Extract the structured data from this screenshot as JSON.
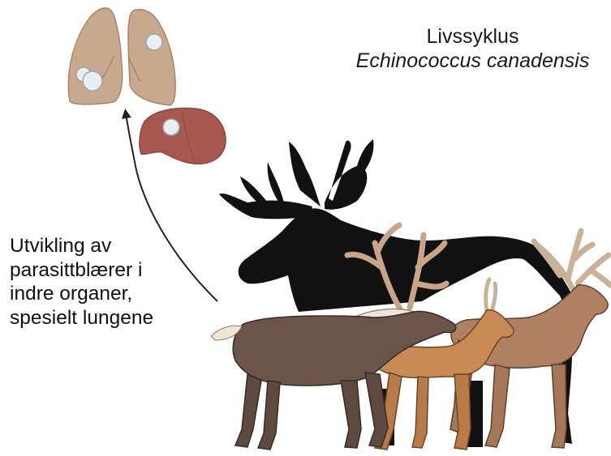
{
  "title": {
    "line1": "Livssyklus",
    "line2": "Echinococcus canadensis"
  },
  "caption": {
    "lines": [
      "Utvikling av",
      "parasittblærer i",
      "indre organer,",
      "spesielt lungene"
    ]
  },
  "colors": {
    "lung": "#c9a98e",
    "lung_shadow": "#a8856a",
    "liver": "#a8584f",
    "cyst": "#e9eef3",
    "moose": "#111111",
    "reindeer_body": "#6b5449",
    "reindeer_mane": "#efe6d9",
    "roe_deer": "#c88b55",
    "red_deer": "#b08063",
    "antler": "#c9b29a",
    "arrow": "#222222"
  },
  "figure_elements": [
    "lungs",
    "liver",
    "hydatid-cysts",
    "moose",
    "reindeer",
    "roe-deer",
    "red-deer",
    "arrow"
  ]
}
